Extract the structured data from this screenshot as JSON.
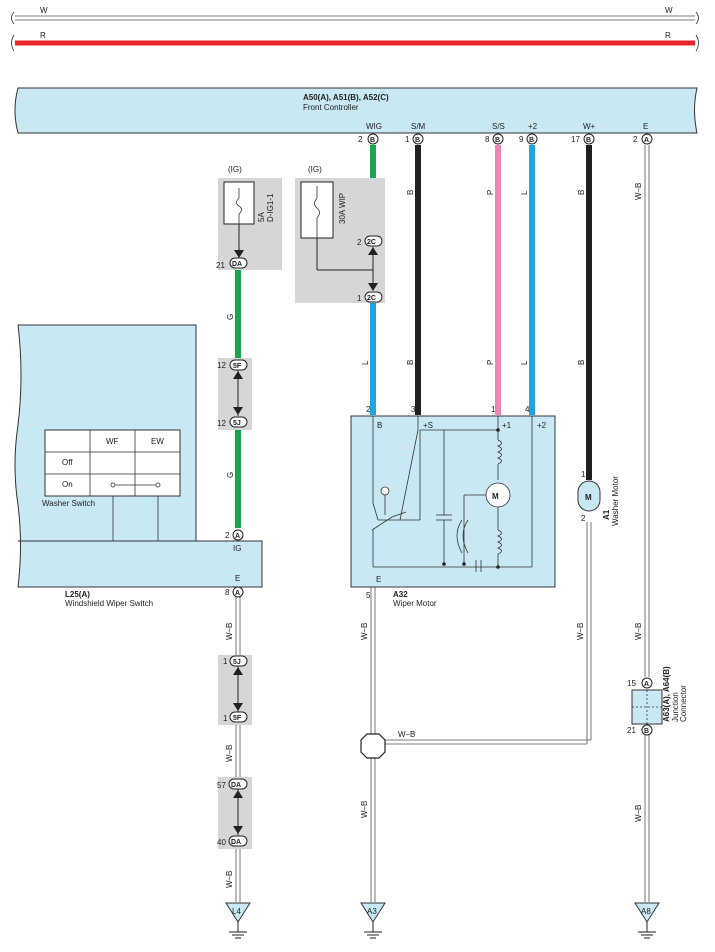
{
  "power_lines": [
    {
      "label_left": "W",
      "label_right": "W",
      "color": "#ffffff"
    },
    {
      "label_left": "R",
      "label_right": "R",
      "color": "#e8252a"
    }
  ],
  "front_controller": {
    "code": "A50(A), A51(B), A52(C)",
    "name": "Front Controller",
    "terminals": [
      {
        "name": "WIG",
        "pin": "2",
        "conn": "B"
      },
      {
        "name": "S/M",
        "pin": "1",
        "conn": "B"
      },
      {
        "name": "S/S",
        "pin": "8",
        "conn": "B"
      },
      {
        "name": "+2",
        "pin": "9",
        "conn": "B"
      },
      {
        "name": "W+",
        "pin": "17",
        "conn": "B"
      },
      {
        "name": "E",
        "pin": "2",
        "conn": "A"
      }
    ]
  },
  "fuses": [
    {
      "supply": "(IG)",
      "rating": "5A",
      "name": "D-IG1-1",
      "pin": "21",
      "conn": "DA"
    },
    {
      "supply": "(IG)",
      "rating": "30A WIP",
      "pins": [
        {
          "pin": "2",
          "conn": "2C"
        },
        {
          "pin": "1",
          "conn": "2C"
        }
      ]
    }
  ],
  "inline_connectors": [
    {
      "pin": "12",
      "conn": "5F"
    },
    {
      "pin": "12",
      "conn": "5J"
    },
    {
      "pin": "1",
      "conn": "5J"
    },
    {
      "pin": "1",
      "conn": "5F"
    },
    {
      "pin": "57",
      "conn": "DA"
    },
    {
      "pin": "40",
      "conn": "DA"
    }
  ],
  "wire_colors": {
    "G": "G",
    "B": "B",
    "P": "P",
    "L": "L",
    "WB": "W–B"
  },
  "colors": {
    "green": "#17a84b",
    "black": "#231f20",
    "pink": "#ee86b4",
    "blue": "#1ba7e1",
    "red": "#e8252a",
    "box": "#c8e8f4",
    "grey": "#d6d6d6"
  },
  "washer_switch": {
    "title": "Washer Switch",
    "cols": [
      "WF",
      "EW"
    ],
    "rows": [
      "Off",
      "On"
    ],
    "ig_pin": "2",
    "ig_conn": "A",
    "ig_label": "IG",
    "e_pin": "8",
    "e_conn": "A",
    "e_label": "E",
    "code": "L25(A)",
    "name": "Windshield Wiper Switch"
  },
  "wiper_motor": {
    "code": "A32",
    "name": "Wiper Motor",
    "pins": [
      {
        "num": "2",
        "label": "B"
      },
      {
        "num": "3",
        "label": "+S"
      },
      {
        "num": "1",
        "label": "+1"
      },
      {
        "num": "4",
        "label": "+2"
      }
    ],
    "e_pin": "5",
    "e_label": "E",
    "motor": "M"
  },
  "washer_motor": {
    "code": "A1",
    "name": "Washer Motor",
    "pin_top": "1",
    "pin_bottom": "2",
    "motor": "M"
  },
  "junction": {
    "code": "A63(A), A64(B)",
    "name1": "Junction",
    "name2": "Connector",
    "pin_top": "15",
    "conn_top": "A",
    "pin_bottom": "21",
    "conn_bottom": "B"
  },
  "grounds": [
    "L4",
    "A3",
    "A8"
  ]
}
